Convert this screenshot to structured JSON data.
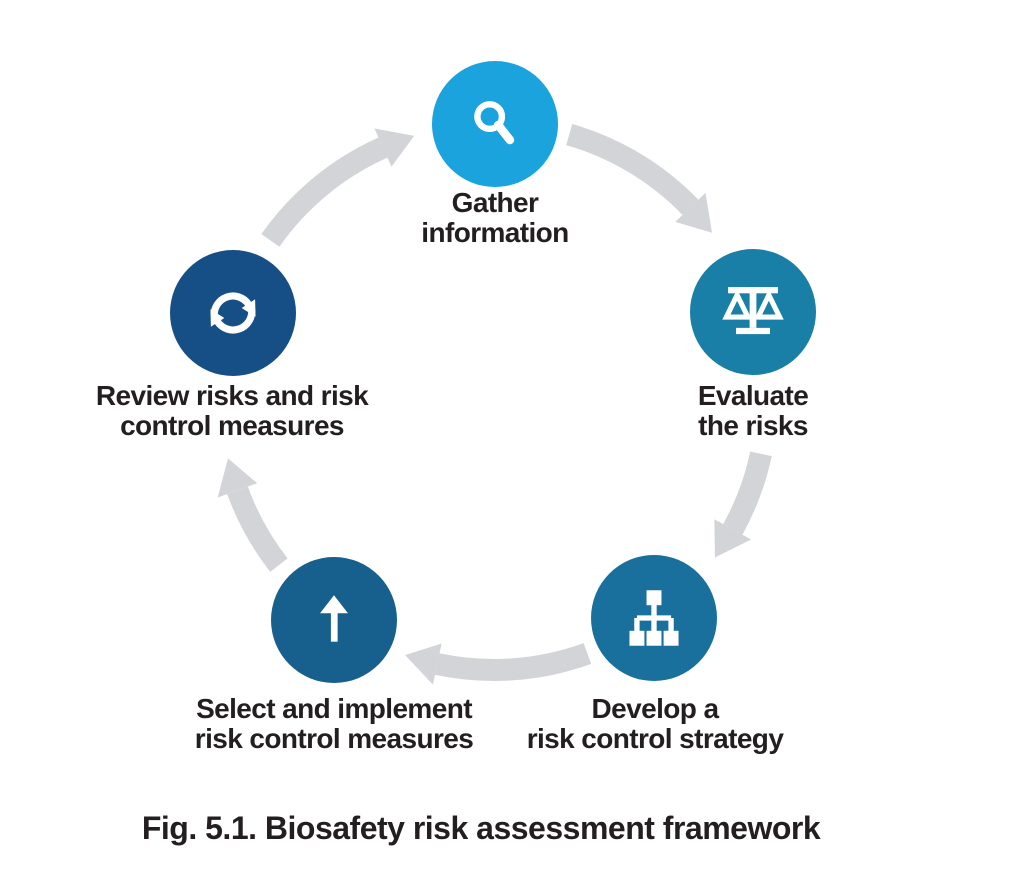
{
  "figure": {
    "caption": "Fig. 5.1. Biosafety risk assessment framework"
  },
  "diagram": {
    "type": "cycle",
    "direction": "clockwise",
    "arrow_color": "#d2d4d7",
    "icon_color": "#ffffff",
    "label_color": "#231f20",
    "nodes": [
      {
        "id": "gather-information",
        "label_line1": "Gather",
        "label_line2": "information",
        "icon": "magnifier-icon",
        "color": "#1aa3dc"
      },
      {
        "id": "evaluate-the-risks",
        "label_line1": "Evaluate",
        "label_line2": "the risks",
        "icon": "scale-icon",
        "color": "#197fa6"
      },
      {
        "id": "develop-risk-control-strategy",
        "label_line1": "Develop a",
        "label_line2": "risk control strategy",
        "icon": "sitemap-icon",
        "color": "#1a709c"
      },
      {
        "id": "select-implement-measures",
        "label_line1": "Select and implement",
        "label_line2": "risk control measures",
        "icon": "arrow-up-icon",
        "color": "#175f8c"
      },
      {
        "id": "review-risks-and-measures",
        "label_line1": "Review risks and risk",
        "label_line2": "control measures",
        "icon": "refresh-icon",
        "color": "#154f86"
      }
    ]
  }
}
